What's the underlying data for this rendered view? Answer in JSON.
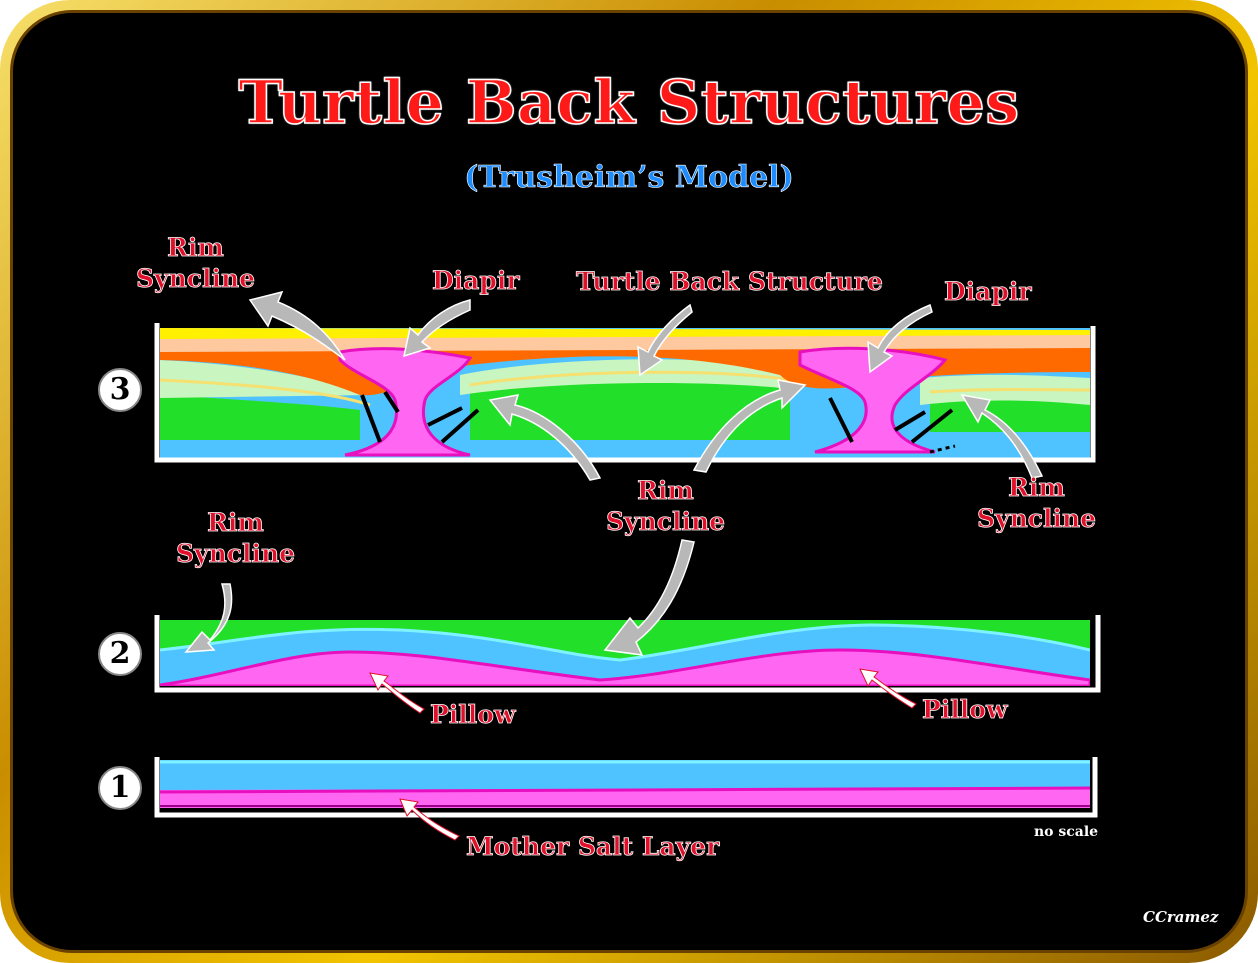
{
  "title": "Turtle Back Structures",
  "subtitle": "(Trusheim’s Model)",
  "stages": [
    "3",
    "2",
    "1"
  ],
  "labels": {
    "rim_syncline_top_left": [
      "Rim",
      "Syncline"
    ],
    "diapir_left": "Diapir",
    "turtle_back": "Turtle Back Structure",
    "diapir_right": "Diapir",
    "rim_syncline_center": [
      "Rim",
      "Syncline"
    ],
    "rim_syncline_right": [
      "Rim",
      "Syncline"
    ],
    "rim_syncline_stage2": [
      "Rim",
      "Syncline"
    ],
    "pillow_left": "Pillow",
    "pillow_right": "Pillow",
    "mother_salt": "Mother Salt Layer"
  },
  "no_scale": "no scale",
  "credit": "CCramez",
  "colors": {
    "salt": "#ff66f2",
    "salt_outline": "#e80fbf",
    "blue": "#4fc3ff",
    "green": "#22e02a",
    "pale_green": "#c8f5c0",
    "orange": "#ff6a00",
    "peach": "#ffc9a0",
    "yellow": "#fff000",
    "arrow": "#b8b8b8",
    "label": "#e0102a"
  }
}
